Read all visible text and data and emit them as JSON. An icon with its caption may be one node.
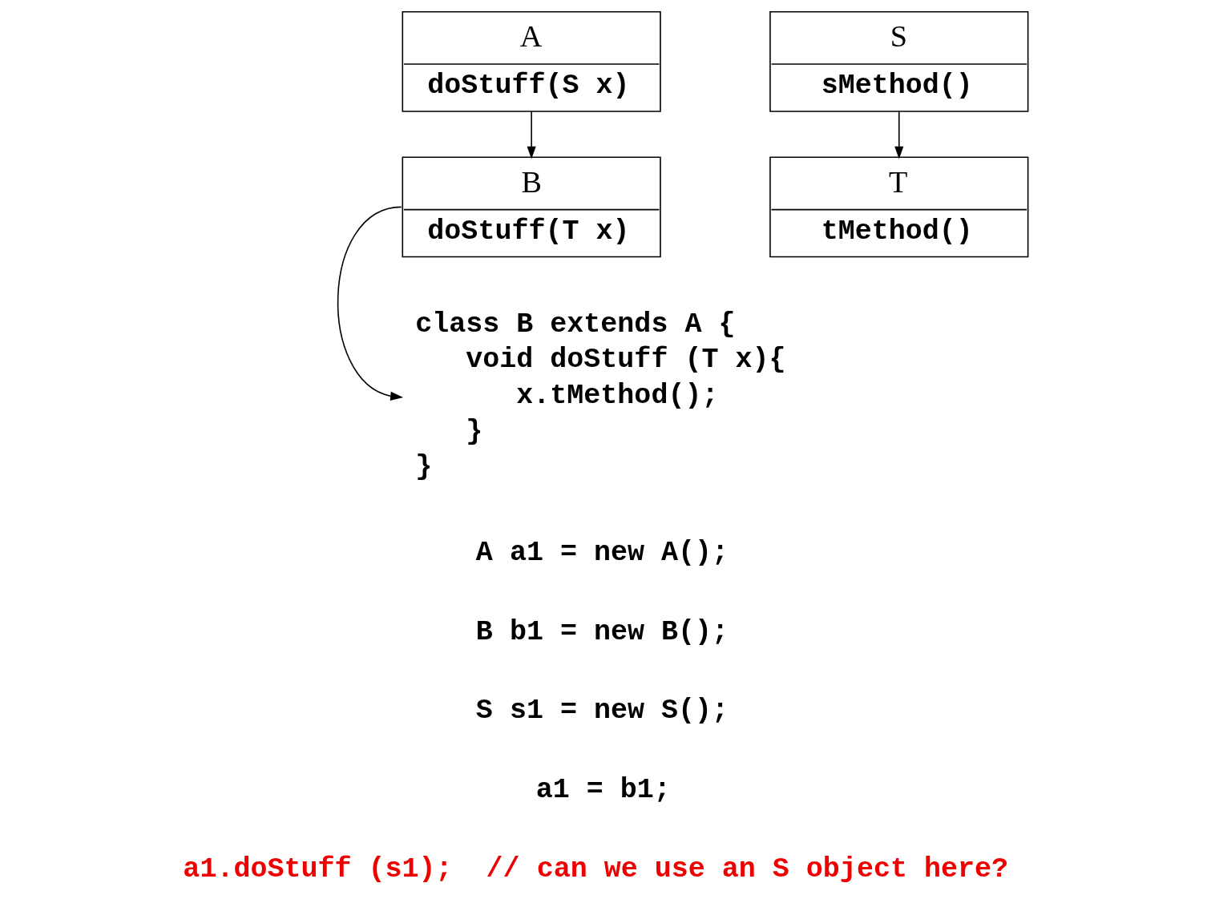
{
  "diagram": {
    "nodes": [
      {
        "text": [
          "A",
          "doStuff(S x)"
        ]
      },
      {
        "text": [
          "B",
          "doStuff(T x)"
        ]
      },
      {
        "text": [
          "S",
          "sMethod()"
        ]
      },
      {
        "text": [
          "T",
          "tMethod()"
        ]
      },
      {
        "text": [
          "class B extends A {",
          "void doStuff (T x){",
          "x.tMethod();",
          "}",
          "}"
        ]
      }
    ],
    "edges": [
      {
        "from": 0,
        "to": 1,
        "arrow": "to"
      },
      {
        "from": 2,
        "to": 3,
        "arrow": "to"
      },
      {
        "from": 1,
        "to": 4,
        "arrow": "to"
      }
    ],
    "labels": [
      "A a1 = new A();",
      "B b1 = new B();",
      "S s1 = new S();",
      "a1 = b1;",
      "a1.doStuff (s1);  // can we use an S object here?"
    ]
  }
}
